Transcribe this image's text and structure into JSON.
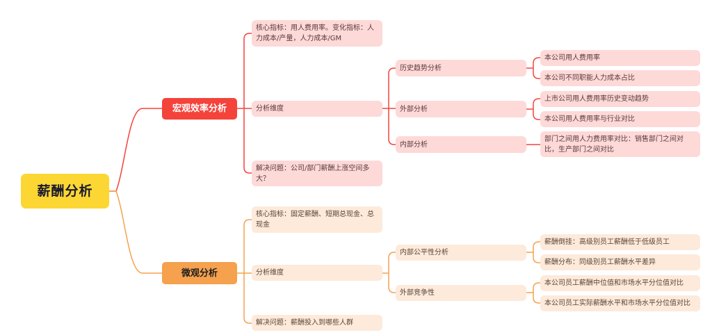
{
  "root": {
    "label": "薪酬分析",
    "color": "#FCD733"
  },
  "branches": [
    {
      "label": "宏观效率分析",
      "color": "#F4433B",
      "children": [
        {
          "label": "核心指标：用人费用率。变化指标：人力成本/产量，人力成本/GM"
        },
        {
          "label": "分析维度",
          "children": [
            {
              "label": "历史趋势分析",
              "children": [
                {
                  "label": "本公司用人费用率"
                },
                {
                  "label": "本公司不同职能人力成本占比"
                }
              ]
            },
            {
              "label": "外部分析",
              "children": [
                {
                  "label": "上市公司用人费用率历史变动趋势"
                },
                {
                  "label": "本公司用人费用率与行业对比"
                }
              ]
            },
            {
              "label": "内部分析",
              "children": [
                {
                  "label": "部门之间用人力费用率对比：销售部门之间对比，生产部门之间对比"
                }
              ]
            }
          ]
        },
        {
          "label": "解决问题：公司/部门薪酬上涨空间多大？"
        }
      ]
    },
    {
      "label": "微观分析",
      "color": "#F5A14E",
      "children": [
        {
          "label": "核心指标：固定薪酬、短期总现金、总现金"
        },
        {
          "label": "分析维度",
          "children": [
            {
              "label": "内部公平性分析",
              "children": [
                {
                  "label": "薪酬倒挂：高级别员工薪酬低于低级员工"
                },
                {
                  "label": "薪酬分布：同级别员工薪酬水平差异"
                }
              ]
            },
            {
              "label": "外部竞争性",
              "children": [
                {
                  "label": "本公司员工薪酬中位值和市场水平分位值对比"
                },
                {
                  "label": "本公司员工实际薪酬水平和市场水平分位值对比"
                }
              ]
            }
          ]
        },
        {
          "label": "解决问题：薪酬投入到哪些人群"
        }
      ]
    }
  ]
}
